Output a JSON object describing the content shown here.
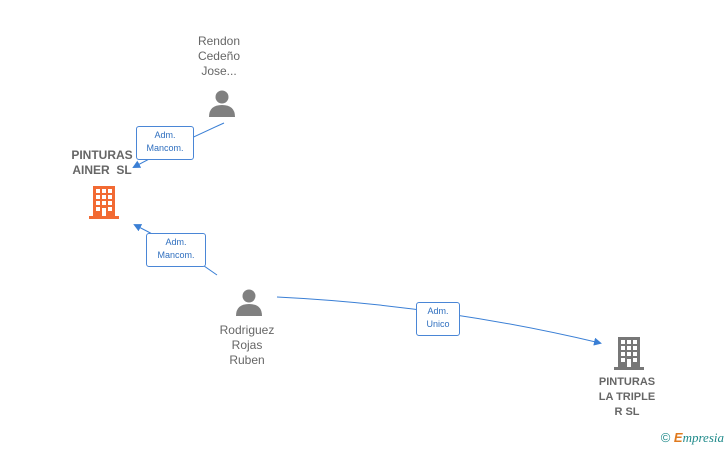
{
  "nodes": {
    "rendon": {
      "lines": [
        "Rendon",
        "Cedeño",
        "Jose..."
      ],
      "icon": "person-icon"
    },
    "pinturas_ainer": {
      "lines": [
        "PINTURAS",
        "AINER  SL"
      ],
      "icon": "building-icon",
      "color": "#f26a33"
    },
    "rodriguez": {
      "lines": [
        "Rodriguez",
        "Rojas",
        "Ruben"
      ],
      "icon": "person-icon"
    },
    "pinturas_triple": {
      "lines": [
        "PINTURAS",
        "LA TRIPLE",
        "R SL"
      ],
      "icon": "building-icon",
      "color": "#777777"
    }
  },
  "edges": {
    "rendon_to_ainer": {
      "lines": [
        "Adm.",
        "Mancom."
      ]
    },
    "rodriguez_to_ainer": {
      "lines": [
        "Adm.",
        "Mancom."
      ]
    },
    "rodriguez_to_triple": {
      "lines": [
        "Adm.",
        "Unico"
      ]
    }
  },
  "colors": {
    "edge": "#3a7fd5",
    "person": "#808080",
    "text": "#666666"
  },
  "brand": {
    "copyright": "©",
    "e": "E",
    "rest": "mpresia"
  }
}
